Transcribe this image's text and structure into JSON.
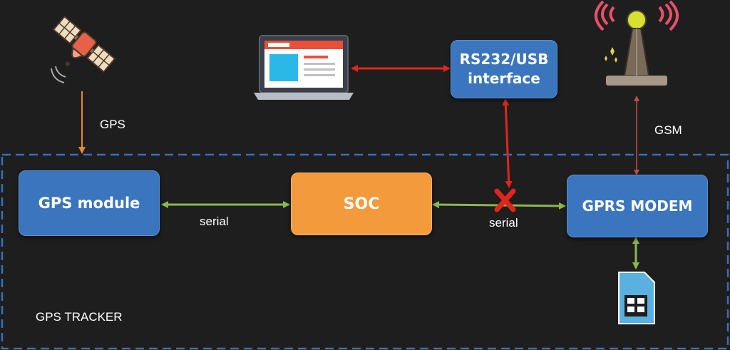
{
  "labels": {
    "gps": "GPS",
    "gsm": "GSM",
    "serial_left": "serial",
    "serial_right": "serial",
    "tracker": "GPS TRACKER"
  },
  "boxes": {
    "gps_module": "GPS module",
    "soc": "SOC",
    "rs232_line1": "RS232/USB",
    "rs232_line2": "interface",
    "gprs_modem": "GPRS MODEM"
  },
  "colors": {
    "background": "#1e1e1e",
    "box_blue": "#3a75bd",
    "box_orange": "#f39a3c",
    "arrow_green": "#8bb84a",
    "arrow_red": "#e0261c",
    "arrow_orange": "#e2883c",
    "dashed_border": "#3a6fb5"
  },
  "icons": [
    "satellite-icon",
    "laptop-icon",
    "cell-tower-icon",
    "sim-card-icon",
    "broken-link-x-icon"
  ]
}
